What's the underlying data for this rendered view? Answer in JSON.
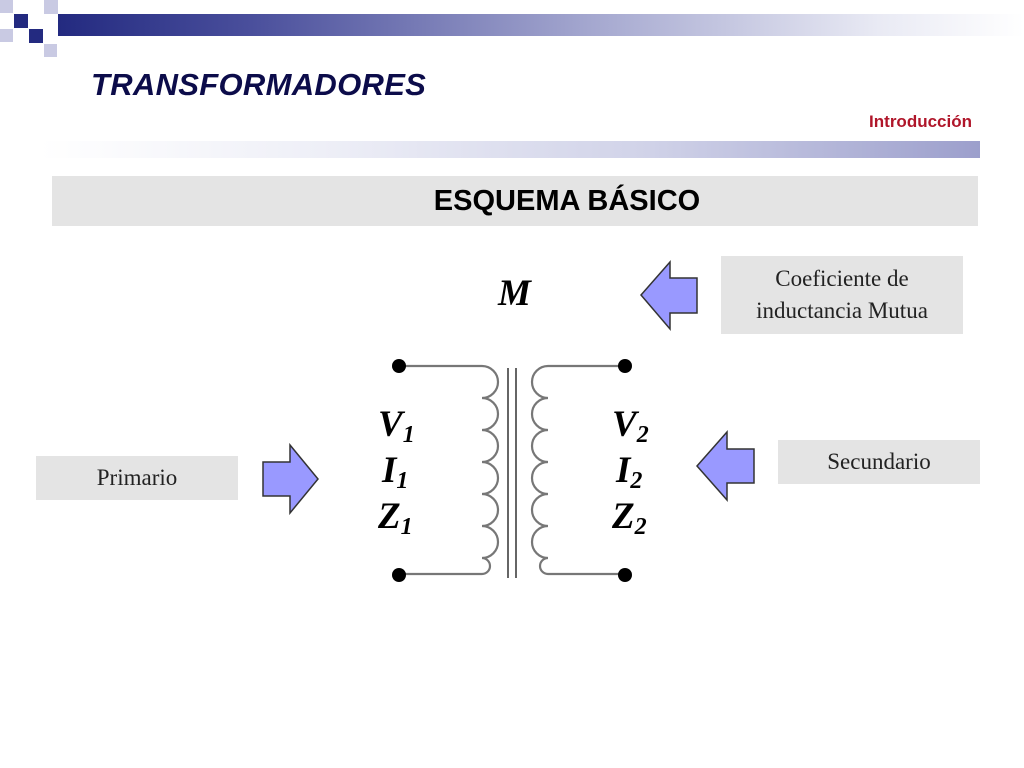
{
  "header": {
    "title": "TRANSFORMADORES",
    "subtitle": "Introducción"
  },
  "section": {
    "title": "ESQUEMA BÁSICO"
  },
  "labels": {
    "mutual_line1": "Coeficiente de",
    "mutual_line2": "inductancia Mutua",
    "primary": "Primario",
    "secondary": "Secundario"
  },
  "symbols": {
    "mutual": "M",
    "primary": [
      {
        "letter": "V",
        "sub": "1"
      },
      {
        "letter": "I",
        "sub": "1"
      },
      {
        "letter": "Z",
        "sub": "1"
      }
    ],
    "secondary": [
      {
        "letter": "V",
        "sub": "2"
      },
      {
        "letter": "I",
        "sub": "2"
      },
      {
        "letter": "Z",
        "sub": "2"
      }
    ]
  },
  "colors": {
    "band_dark": "#232a80",
    "title": "#0c0c4a",
    "subtitle": "#b0162a",
    "arrow_fill": "#9999ff",
    "box_fill": "#e4e4e4"
  }
}
